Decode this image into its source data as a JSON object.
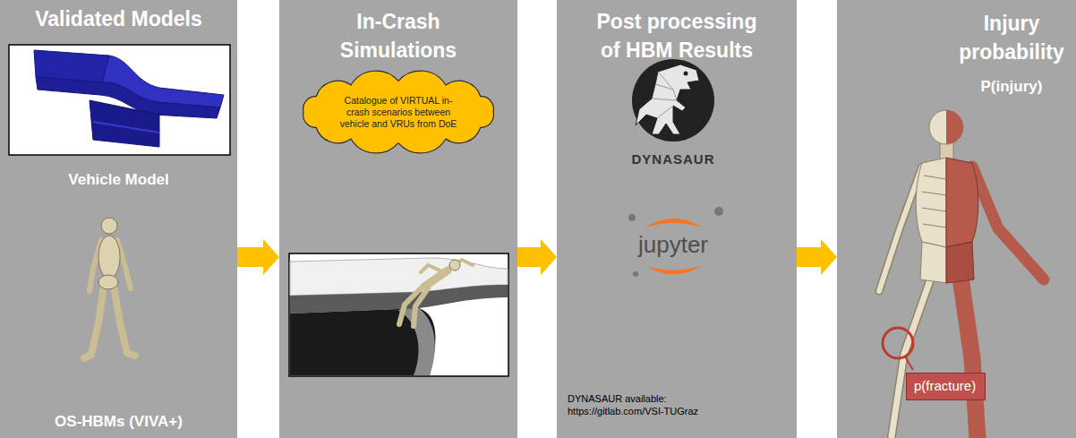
{
  "diagram": {
    "nodes": [
      {
        "text": [
          "Validated Models",
          "Vehicle Model",
          "OS-HBMs (VIVA+)"
        ]
      },
      {
        "text": [
          "In-Crash Simulations"
        ]
      },
      {
        "text": [
          "Catalogue of VIRTUAL in-crash scenarios between vehicle and VRUs from DoE"
        ],
        "in": 1
      },
      {
        "text": [
          "Post processing of HBM Results",
          "DYNASAUR",
          "jupyter",
          "DYNASAUR available: https://gitlab.com/VSI-TUGraz"
        ]
      },
      {
        "text": [
          "Injury probability",
          "P(injury)"
        ]
      },
      {
        "text": [
          "p(fracture)"
        ],
        "in": 4
      }
    ],
    "edges": [
      {
        "from": 0,
        "to": 1,
        "arrow": "to"
      },
      {
        "from": 1,
        "to": 3,
        "arrow": "to"
      },
      {
        "from": 3,
        "to": 4,
        "arrow": "to"
      }
    ]
  }
}
